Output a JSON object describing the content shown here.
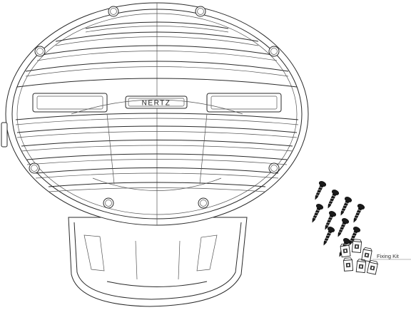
{
  "speaker": {
    "brand_text": "NERTZ"
  },
  "accessories": {
    "screw_count": 10,
    "clip_count": 6,
    "kit_label": "Fixing Kit"
  }
}
